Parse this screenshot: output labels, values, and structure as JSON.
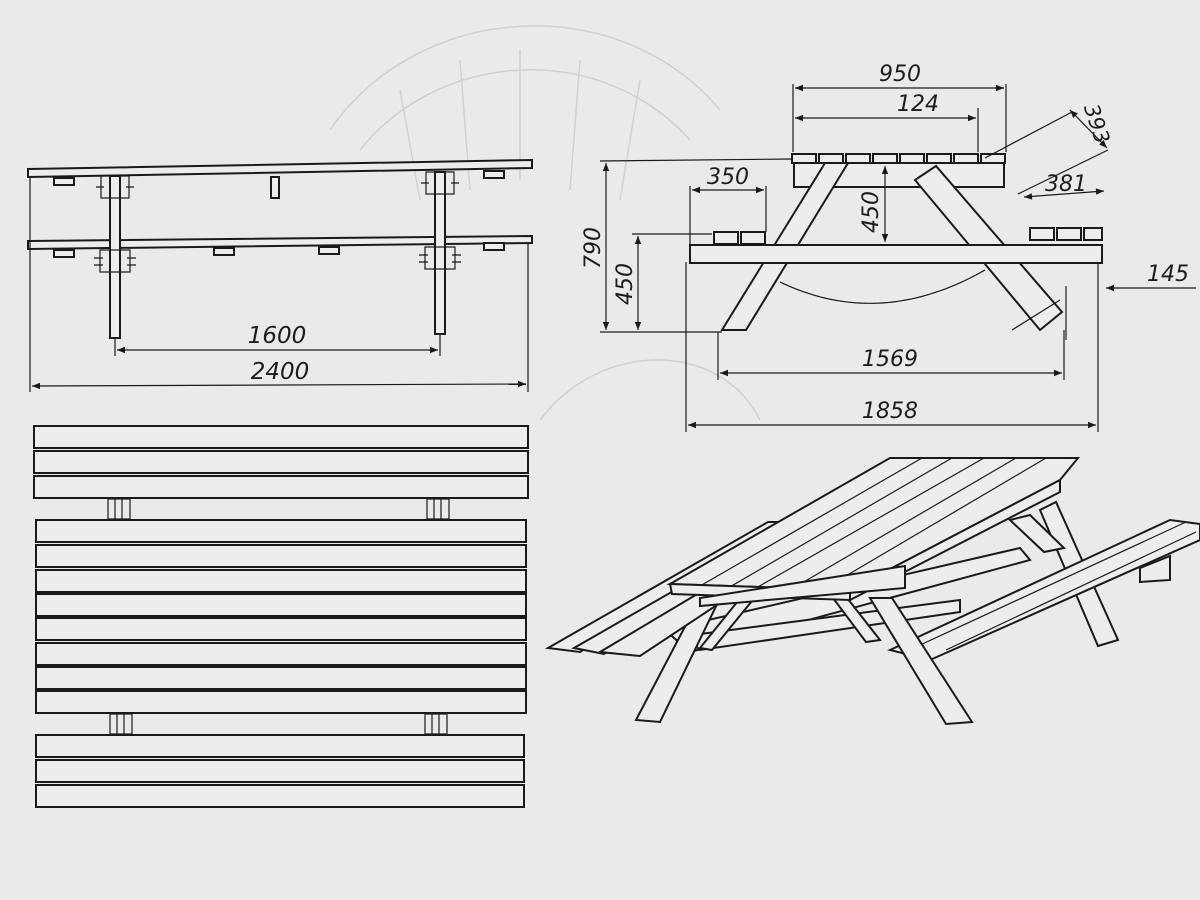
{
  "dimensions": {
    "leg_spacing": "1600",
    "total_length": "2400",
    "top_width": "950",
    "board_spacing": "124",
    "slant_393": "393",
    "bench_width": "350",
    "bench_seat_width": "381",
    "top_to_bench": "450",
    "total_height": "790",
    "bench_height": "450",
    "overhang": "145",
    "foot_span": "1569",
    "total_width": "1858"
  },
  "colors": {
    "paper": "#e9eaea",
    "ink": "#1a1a1a",
    "ghost": "#cfd0d0"
  }
}
